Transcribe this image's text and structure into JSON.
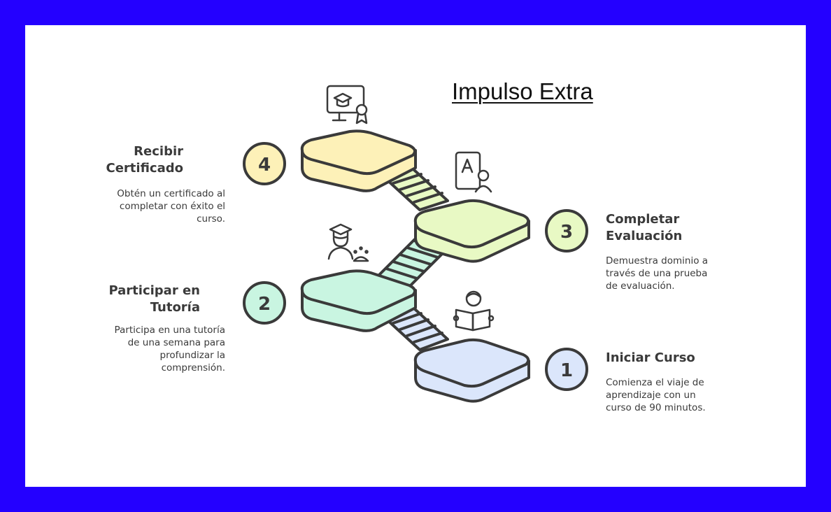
{
  "title": "Impulso Extra",
  "colors": {
    "frame": "#2400ff",
    "outline": "#3a3a3a",
    "step1": "#dbe6fb",
    "step2": "#c9f5e1",
    "step3": "#e8f9c4",
    "step4": "#fdf1b8"
  },
  "steps": [
    {
      "number": "1",
      "title": "Iniciar Curso",
      "description": "Comienza el viaje de\naprendizaje con un\ncurso de 90 minutos.",
      "icon": "reading-book-icon"
    },
    {
      "number": "2",
      "title": "Participar en\nTutoría",
      "description": "Participa en una tutoría\nde una semana para\nprofundizar la\ncomprensión.",
      "icon": "tutor-graduate-icon"
    },
    {
      "number": "3",
      "title": "Completar\nEvaluación",
      "description": "Demuestra dominio a\ntravés de una prueba\nde evaluación.",
      "icon": "exam-user-icon"
    },
    {
      "number": "4",
      "title": "Recibir\nCertificado",
      "description": "Obtén un certificado al\ncompletar con éxito el\ncurso.",
      "icon": "certificate-monitor-icon"
    }
  ]
}
